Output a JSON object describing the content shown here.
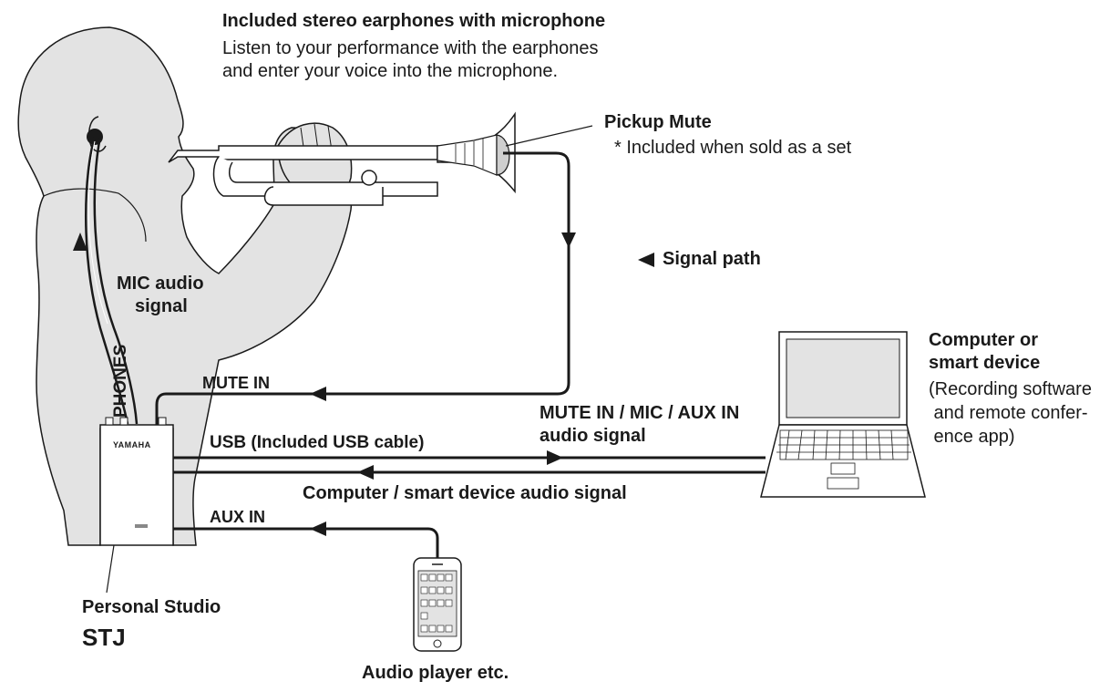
{
  "earphones": {
    "title": "Included stereo earphones with microphone",
    "desc_line1": "Listen to your performance with the earphones",
    "desc_line2": "and enter your voice into the microphone."
  },
  "pickup_mute": {
    "title": "Pickup Mute",
    "note": "* Included when sold as a set"
  },
  "legend": {
    "signal_path": "Signal path"
  },
  "mic_audio": {
    "line1": "MIC audio",
    "line2": "signal"
  },
  "phones_label": "PHONES",
  "mute_in_label": "MUTE IN",
  "usb_label": "USB (Included USB cable)",
  "mute_mic_aux": {
    "line1": "MUTE IN / MIC / AUX IN",
    "line2": "audio signal"
  },
  "computer_signal_label": "Computer / smart device audio signal",
  "aux_in_label": "AUX IN",
  "computer": {
    "line1": "Computer or",
    "line2": "smart device",
    "line3": "(Recording software",
    "line4": " and remote confer-",
    "line5": " ence app)"
  },
  "device": {
    "brand": "YAMAHA",
    "product_line": "Personal Studio",
    "model": "STJ"
  },
  "audio_player_label": "Audio player etc.",
  "colors": {
    "person_fill": "#e3e3e3",
    "line": "#1a1a1a",
    "screen": "#e3e3e3",
    "background": "#ffffff"
  }
}
